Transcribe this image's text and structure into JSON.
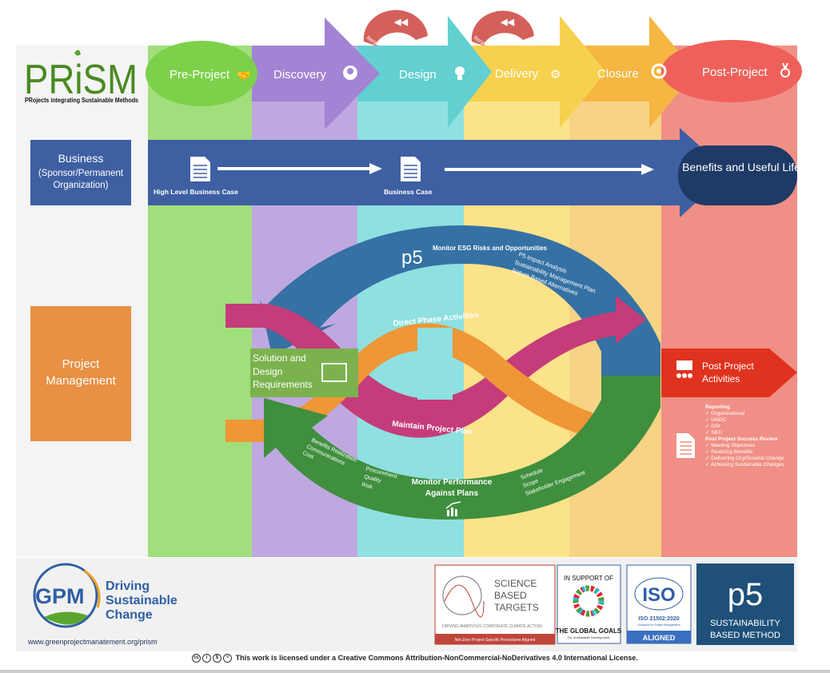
{
  "logo": {
    "name": "PRiSM",
    "tagline": "PRojects integrating Sustainable Methods"
  },
  "phases": [
    {
      "label": "Pre-Project",
      "icon": "handshake-icon",
      "color": "#7dd14a"
    },
    {
      "label": "Discovery",
      "icon": "brain-gear-icon",
      "color": "#a383d3"
    },
    {
      "label": "Design",
      "icon": "lightbulb-icon",
      "color": "#62d0d0"
    },
    {
      "label": "Delivery",
      "icon": "gears-icon",
      "color": "#f6d14e"
    },
    {
      "label": "Closure",
      "icon": "target-icon",
      "color": "#f5b642"
    },
    {
      "label": "Post-Project",
      "icon": "medal-icon",
      "color": "#f0605a"
    }
  ],
  "iterate_label": "Iterate",
  "rows": {
    "business": {
      "title": "Business",
      "subtitle": "(Sponsor/Permanent Organization)"
    },
    "project_management": {
      "title": "Project Management"
    }
  },
  "business_flow": {
    "doc1": "High Level Business Case",
    "doc2": "Business Case",
    "outcome": "Benefits and Useful Life"
  },
  "pm_flow": {
    "esg_title": "Monitor ESG Risks and Opportunities",
    "esg_items": [
      "P5 Impact Analysis",
      "Sustainability Management Plan",
      "Nature Based Alternatives"
    ],
    "direct": "Direct Phase Activities",
    "maintain": "Maintain Project Plan",
    "solution": "Solution and Design Requirements",
    "monitor_title": "Monitor Performance Against Plans",
    "monitor_items_left": [
      "Benefits Realization",
      "Communications",
      "Cost"
    ],
    "monitor_items_mid": [
      "Procurement",
      "Quality",
      "Risk"
    ],
    "monitor_items_right": [
      "Schedule",
      "Scope",
      "Stakeholder Engagement"
    ],
    "post_activities": "Post Project Activities"
  },
  "post_project": {
    "reporting_title": "Reporting",
    "reporting": [
      "Organizational",
      "UNGC",
      "GRI",
      "SBTi"
    ],
    "review_title": "Post Project Success Review",
    "review": [
      "Meeting Objectives",
      "Realizing Benefits",
      "Delivering Org/Societal Change",
      "Achieving Sustainable Changes"
    ]
  },
  "footer": {
    "gpm_tagline": [
      "Driving",
      "Sustainable",
      "Change"
    ],
    "gpm_logo": "GPM",
    "url": "www.greenprojectmanatement.org/prism",
    "sbt": {
      "title": [
        "SCIENCE",
        "BASED",
        "TARGETS"
      ],
      "sub": "DRIVING AMBITIOUS CORPORATE CLIMATE ACTION",
      "band": "Net-Zero Project-Specific Procedures Aligned"
    },
    "goals": {
      "top": "IN SUPPORT OF",
      "title": "THE GLOBAL GOALS",
      "sub": "For Sustainable Development"
    },
    "iso": {
      "logo": "ISO",
      "code": "ISO 21502:2020",
      "sub": "Guidance on Project Management",
      "band": "ALIGNED"
    },
    "p5": {
      "logo": "p5",
      "text": [
        "SUSTAINABILITY",
        "BASED METHOD"
      ]
    }
  },
  "license": "This work is licensed under a Creative Commons Attribution-NonCommercial-NoDerivatives 4.0 International License."
}
